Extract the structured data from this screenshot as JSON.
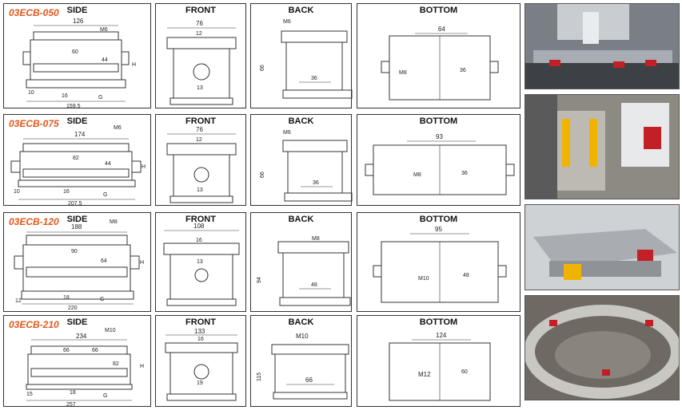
{
  "headers": {
    "side": "SIDE",
    "front": "FRONT",
    "back": "BACK",
    "bottom": "BOTTOM"
  },
  "rows": [
    {
      "model": "03ECB-050",
      "side": {
        "length": "126",
        "pitch": "60",
        "height": "44",
        "base_len": "159.5",
        "thread": "M6",
        "h_label": "H",
        "g_label": "G",
        "left_dim": "10",
        "slot": "16"
      },
      "front": {
        "width": "76",
        "top": "12",
        "bottom": "13"
      },
      "back": {
        "thread": "M6",
        "height": "66",
        "spacing": "36"
      },
      "bottom": {
        "width": "64",
        "thread": "M8",
        "spacing": "36"
      }
    },
    {
      "model": "03ECB-075",
      "side": {
        "length": "174",
        "pitch": "82",
        "height": "44",
        "base_len": "207.5",
        "thread": "M6",
        "h_label": "H",
        "g_label": "G",
        "left_dim": "10",
        "slot": "16"
      },
      "front": {
        "width": "76",
        "top": "12",
        "bottom": "13"
      },
      "back": {
        "thread": "M6",
        "height": "66",
        "spacing": "36"
      },
      "bottom": {
        "width": "93",
        "thread": "M8",
        "spacing": "36"
      }
    },
    {
      "model": "03ECB-120",
      "side": {
        "length": "188",
        "pitch": "90",
        "height": "64",
        "base_len": "220",
        "thread": "M8",
        "h_label": "H",
        "g_label": "G",
        "left_dim": "12",
        "slot": "18"
      },
      "front": {
        "width": "108",
        "top": "16",
        "bottom": "13"
      },
      "back": {
        "thread": "M8",
        "height": "94",
        "spacing": "48"
      },
      "bottom": {
        "width": "95",
        "thread": "M10",
        "spacing": "48"
      }
    },
    {
      "model": "03ECB-210",
      "side": {
        "length": "234",
        "pitch": "66",
        "pitch2": "66",
        "height": "82",
        "base_len": "257",
        "thread": "M10",
        "h_label": "H",
        "g_label": "G",
        "left_dim": "15",
        "slot": "18"
      },
      "front": {
        "width": "133",
        "top": "16",
        "bottom": "19"
      },
      "back": {
        "thread": "M10",
        "height": "115",
        "spacing": "66"
      },
      "bottom": {
        "width": "124",
        "thread": "M12",
        "spacing": "60"
      }
    }
  ],
  "colors": {
    "model_text": "#e2581c",
    "line": "#333333"
  }
}
